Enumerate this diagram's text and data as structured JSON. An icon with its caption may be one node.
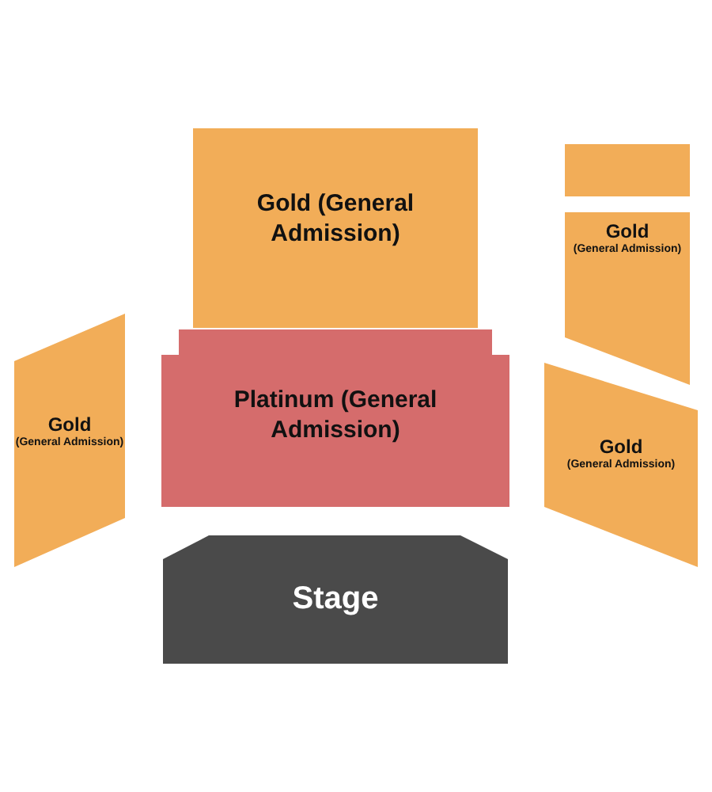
{
  "diagram": {
    "nodes": [
      {
        "text": [
          "Gold (General Admission)"
        ]
      },
      {
        "text": [],
        "shape": "box"
      },
      {
        "text": [
          "Gold",
          "(General Admission)"
        ]
      },
      {
        "text": [
          "Gold",
          "(General Admission)"
        ]
      },
      {
        "text": [
          "Platinum (General Admission)"
        ]
      },
      {
        "text": [
          "Gold",
          "(General Admission)"
        ]
      },
      {
        "text": [
          "Stage"
        ]
      }
    ]
  }
}
